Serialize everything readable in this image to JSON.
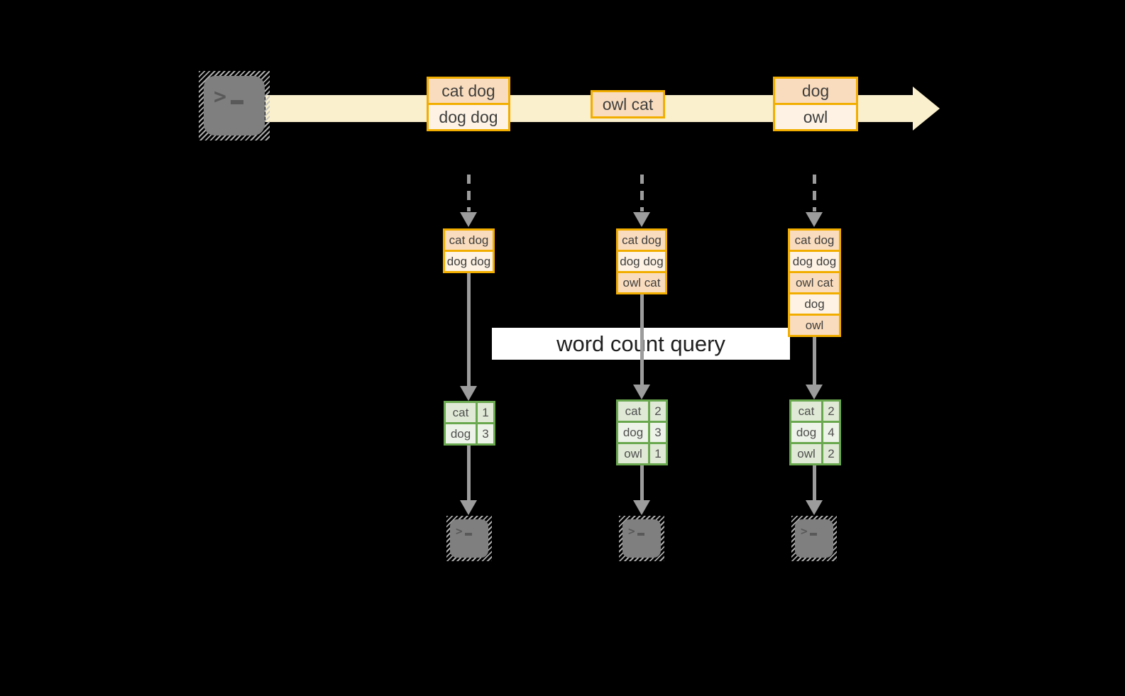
{
  "title_banner": "word count query",
  "icons": {
    "terminal_prompt": ">",
    "source_icon": "terminal-icon",
    "sink_icon": "terminal-icon"
  },
  "colors": {
    "background": "#000000",
    "stream_band": "#faf0cd",
    "message_border": "#f2ae00",
    "message_fill_dark": "#f9dcbd",
    "message_fill_light": "#fdf2e3",
    "table_border": "#6aa84f",
    "table_fill_dark": "#dfe9d5",
    "table_fill_light": "#edf3e8",
    "connector_gray": "#9c9c9c",
    "banner_bg": "#ffffff"
  },
  "stream": {
    "batches": [
      {
        "messages": [
          "cat dog",
          "dog dog"
        ]
      },
      {
        "messages": [
          "owl cat"
        ]
      },
      {
        "messages": [
          "dog",
          "owl"
        ]
      }
    ]
  },
  "micro_batches": [
    {
      "messages": [
        "cat dog",
        "dog dog"
      ]
    },
    {
      "messages": [
        "cat dog",
        "dog dog",
        "owl cat"
      ]
    },
    {
      "messages": [
        "cat dog",
        "dog dog",
        "owl cat",
        "dog",
        "owl"
      ]
    }
  ],
  "word_counts": [
    {
      "rows": [
        [
          "cat",
          "1"
        ],
        [
          "dog",
          "3"
        ]
      ]
    },
    {
      "rows": [
        [
          "cat",
          "2"
        ],
        [
          "dog",
          "3"
        ],
        [
          "owl",
          "1"
        ]
      ]
    },
    {
      "rows": [
        [
          "cat",
          "2"
        ],
        [
          "dog",
          "4"
        ],
        [
          "owl",
          "2"
        ]
      ]
    }
  ]
}
